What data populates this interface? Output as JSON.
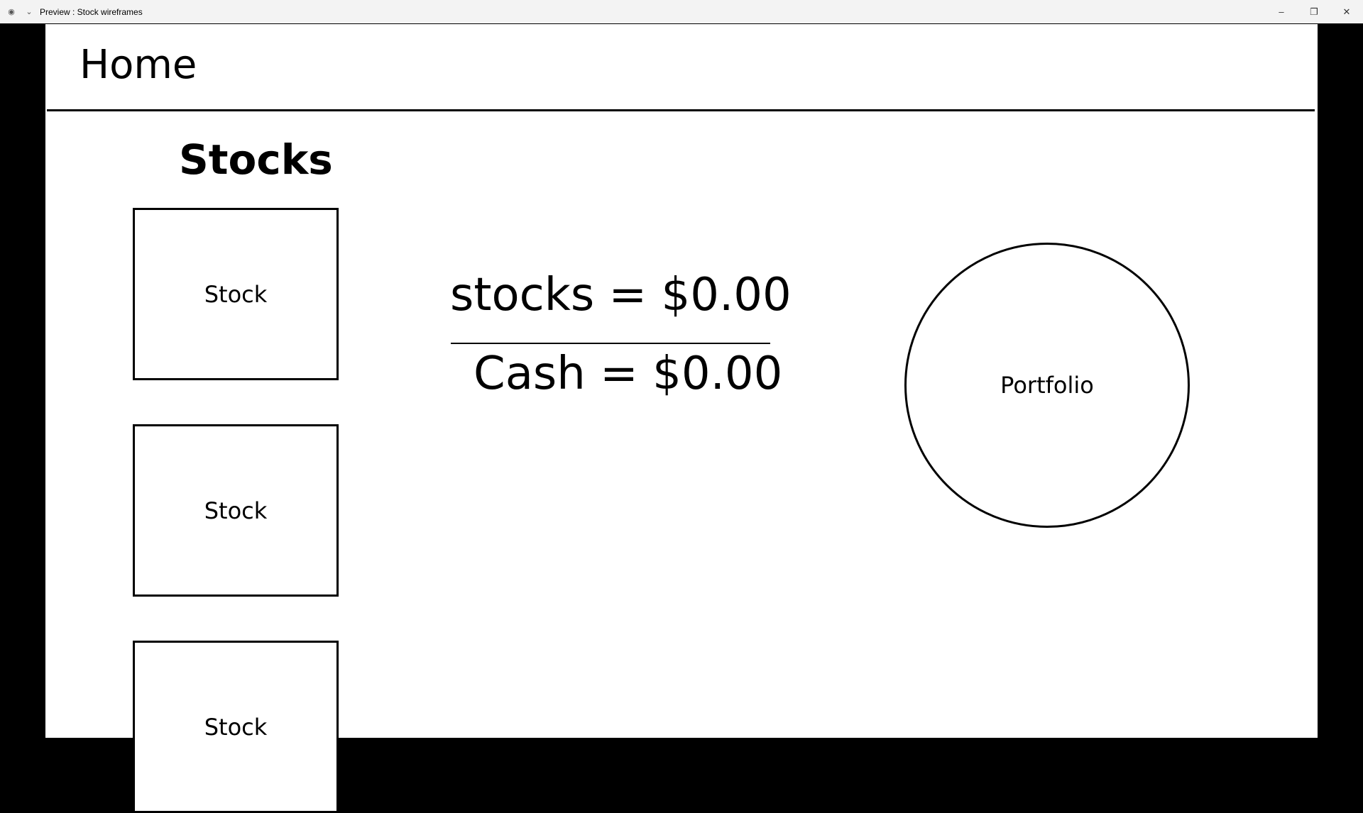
{
  "window": {
    "title": "Preview : Stock wireframes",
    "controls": {
      "minimize": "–",
      "restore": "❐",
      "close": "✕"
    }
  },
  "header": {
    "title": "Home"
  },
  "stocks": {
    "heading": "Stocks",
    "items": [
      {
        "label": "Stock"
      },
      {
        "label": "Stock"
      },
      {
        "label": "Stock"
      }
    ]
  },
  "summary": {
    "stocks_line": "stocks = $0.00",
    "cash_line": "Cash = $0.00"
  },
  "portfolio": {
    "label": "Portfolio"
  }
}
